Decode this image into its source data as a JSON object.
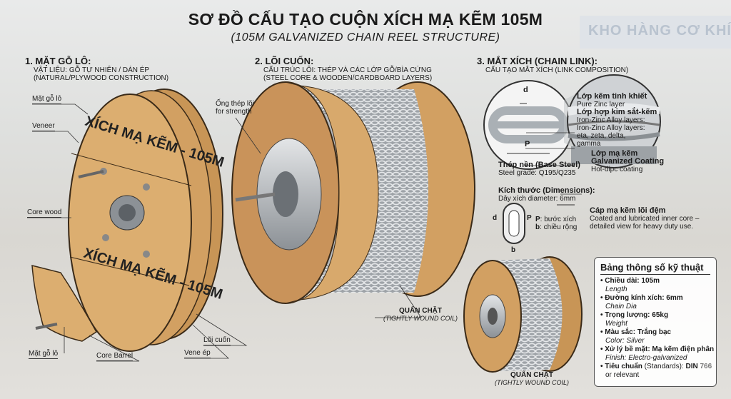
{
  "background_sign": "KHO HÀNG CƠ KHÍ",
  "title": "SƠ ĐỒ CẤU TẠO CUỘN XÍCH MẠ KẼM 105M",
  "subtitle": "(105M GALVANIZED CHAIN REEL STRUCTURE)",
  "section1": {
    "heading": "1. MẶT GỖ LÔ:",
    "line1": "VẬT LIỆU: GỖ TỰ NHIÊN / DÁN ÉP",
    "line2": "(NATURAL/PLYWOOD CONSTRUCTION)",
    "labels": {
      "face": "Mặt gỗ lô",
      "veneer": "Veneer",
      "core_wood": "Core wood",
      "face2": "Mặt gỗ lô",
      "core_barrel": "Core Barrel",
      "core": "Lõi cuốn",
      "veneer_press": "Vene ép"
    },
    "reel_text": "XÍCH MẠ KẼM - 105M"
  },
  "section2": {
    "heading": "2. LÕI CUỐN:",
    "line1": "CẤU TRÚC LÕI: THÉP VÀ CÁC LỚP GỖ/BÌA CỨNG",
    "line2": "(STEEL CORE & WOODEN/CARDBOARD LAYERS)",
    "steel_tube_1": "Ống thép lõi",
    "steel_tube_2": "for strength",
    "wound": "QUẤN CHẶT",
    "wound_en": "(TIGHTLY WOUND COIL)"
  },
  "section3": {
    "heading": "3. MẮT XÍCH (CHAIN LINK):",
    "line1": "CẤU TẠO MẮT XÍCH (LINK COMPOSITION)",
    "d": "d",
    "p": "P",
    "pure_zinc": "Lớp kẽm tinh khiết",
    "pure_zinc_en": "Pure Zinc layer",
    "alloy": "Lớp hợp kim sắt-kẽm",
    "alloy_en1": "Iron-Zinc Alloy layers:",
    "alloy_en2": "Iron-Zinc Alloy layers:",
    "alloy_en3": "eta, zeta, delta,",
    "alloy_en4": "gamma",
    "coating": "Lớp mạ kẽm",
    "coating_en": "Galvanized Coating",
    "coating_sub": "Hot-dipc coating",
    "base": "Thép nền (Base Steel)",
    "base_sub": "Steel grade: Q195/Q235",
    "dim": "Kích thước (Dimensions):",
    "dim_sub": "Dây xích diameter: 6mm",
    "dim_p": "P",
    "dim_p_desc": ": bước xích",
    "dim_b": "b",
    "dim_b_desc": ": chiều rộng",
    "dim_d": "d",
    "cable": "Cáp mạ kẽm lõi đệm",
    "cable_1": "Coated and lubricated inner core –",
    "cable_2": "detailed view for heavy duty use."
  },
  "bottom": {
    "wound": "QUẤN CHẶT",
    "wound_en": "(TIGHTLY WOUND COIL)"
  },
  "spec": {
    "title": "Bảng thông số kỹ thuật",
    "items": [
      {
        "vi": "Chiều dài: 105m",
        "en": "Length"
      },
      {
        "vi": "Đường kính xích: 6mm",
        "en": "Chain Dia"
      },
      {
        "vi": "Trọng lượng: 65kg",
        "en": "Weight"
      },
      {
        "vi": "Màu sắc: Trắng bạc",
        "en": "Color: Silver"
      },
      {
        "vi": "Xử lý bề mặt: Mạ kẽm điện phân",
        "en": "Finish: Electro-galvanized"
      }
    ],
    "std_a": "Tiêu chuẩn",
    "std_b": " (Standards): ",
    "std_c": "DIN",
    "std_d": " 766",
    "std_e": "or relevant"
  },
  "colors": {
    "wood": "#d9a766",
    "wood_dark": "#b98442",
    "steel": "#b8bcc0",
    "outline": "#3a2a18"
  }
}
